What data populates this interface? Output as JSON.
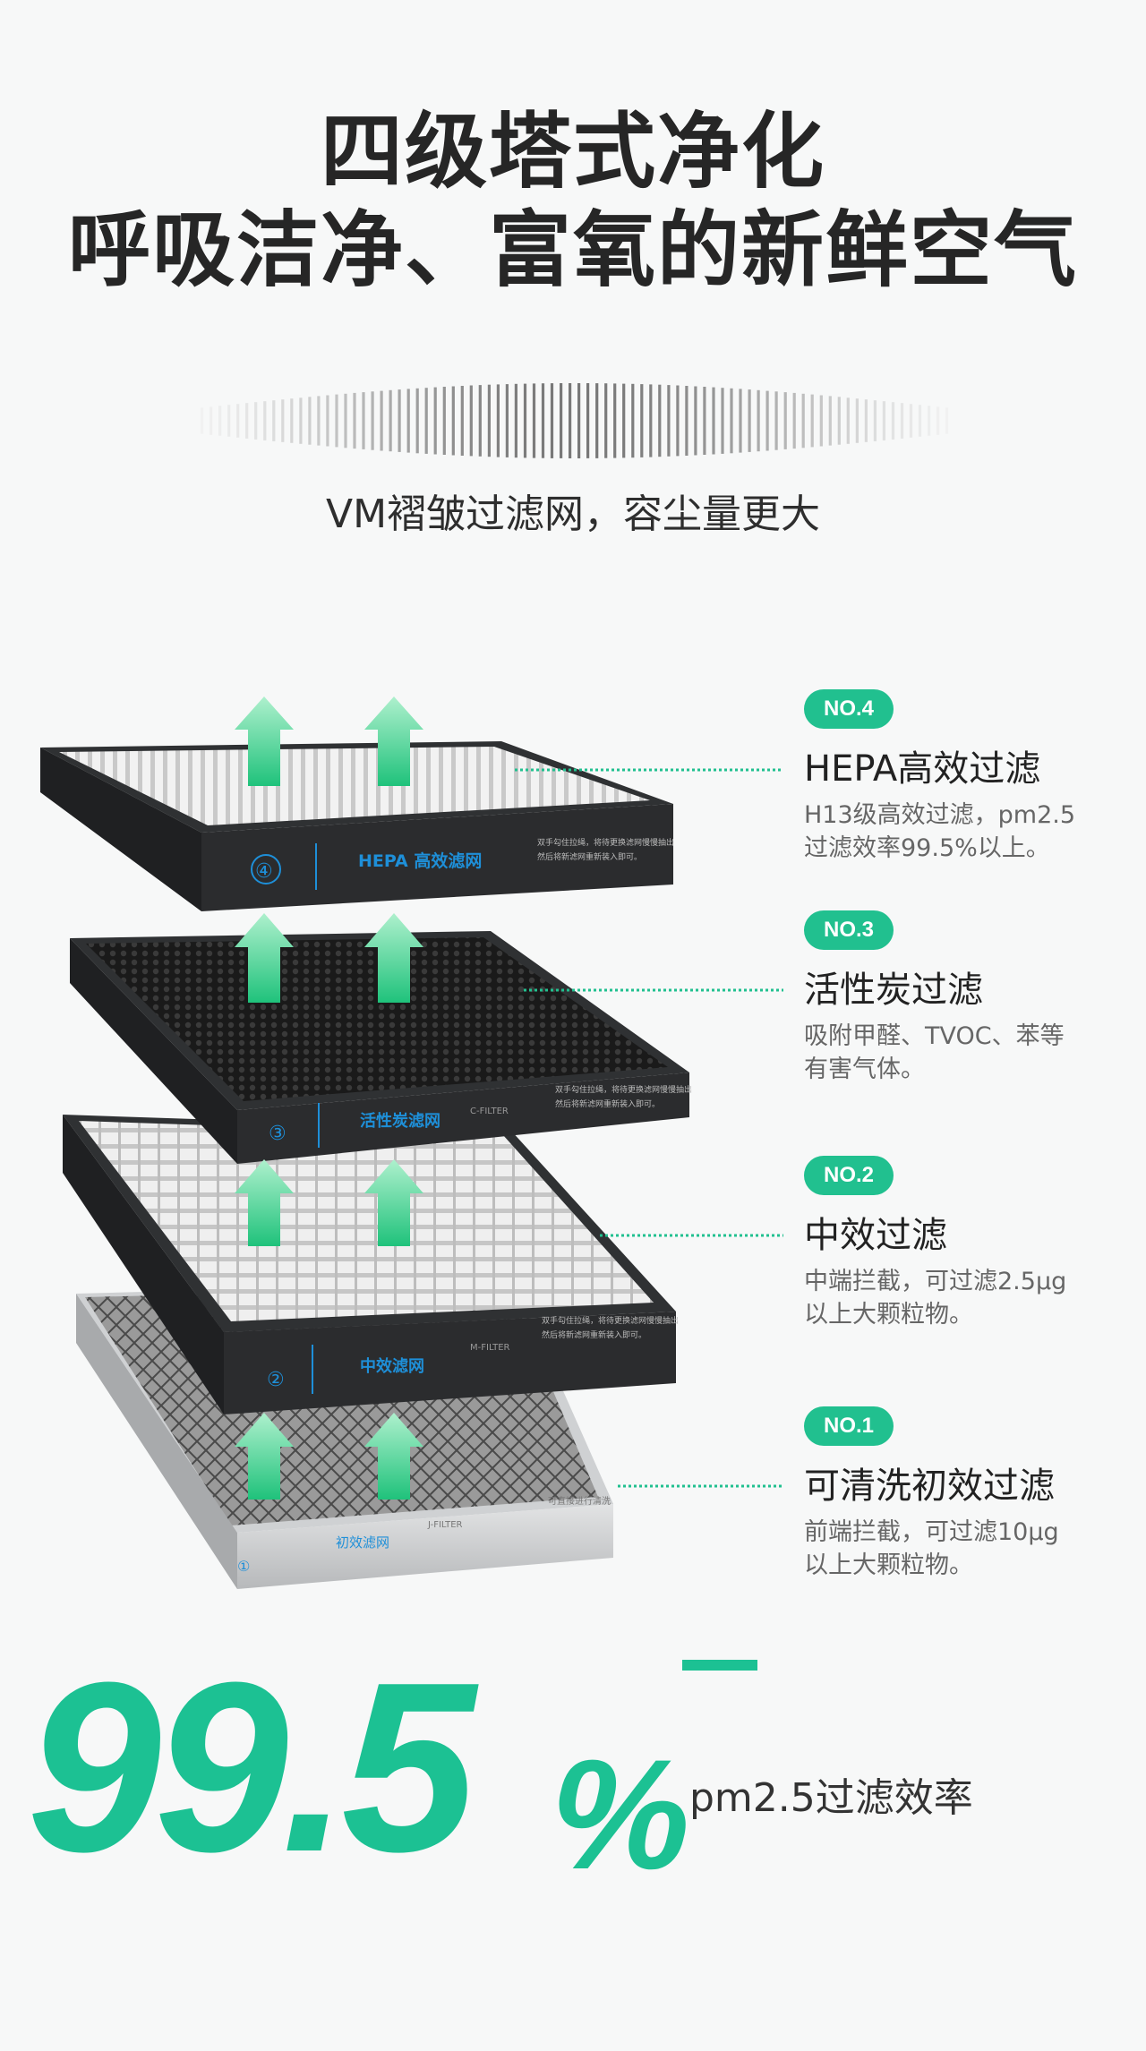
{
  "header": {
    "title_line1": "四级塔式净化",
    "title_line2": "呼吸洁净、富氧的新鲜空气",
    "subtitle": "VM褶皱过滤网，容尘量更大"
  },
  "layers": [
    {
      "badge": "NO.4",
      "title": "HEPA高效过滤",
      "desc_line1": "H13级高效过滤，pm2.5",
      "desc_line2": "过滤效率99.5%以上。",
      "number_mark": "④",
      "frame_name": "HEPA 高效滤网",
      "frame_code": "",
      "frame_note1": "双手勾住拉绳，将待更换滤网慢慢抽出",
      "frame_note2": "然后将新滤网重新装入即可。"
    },
    {
      "badge": "NO.3",
      "title": "活性炭过滤",
      "desc_line1": "吸附甲醛、TVOC、苯等",
      "desc_line2": "有害气体。",
      "number_mark": "③",
      "frame_name": "活性炭滤网",
      "frame_code": "C-FILTER",
      "frame_note1": "双手勾住拉绳，将待更换滤网慢慢抽出",
      "frame_note2": "然后将新滤网重新装入即可。"
    },
    {
      "badge": "NO.2",
      "title": "中效过滤",
      "desc_line1": "中端拦截，可过滤2.5μg",
      "desc_line2": "以上大颗粒物。",
      "number_mark": "②",
      "frame_name": "中效滤网",
      "frame_code": "M-FILTER",
      "frame_note1": "双手勾住拉绳，将待更换滤网慢慢抽出",
      "frame_note2": "然后将新滤网重新装入即可。"
    },
    {
      "badge": "NO.1",
      "title": "可清洗初效过滤",
      "desc_line1": "前端拦截，可过滤10μg",
      "desc_line2": "以上大颗粒物。",
      "number_mark": "①",
      "frame_name": "初效滤网",
      "frame_code": "J-FILTER",
      "frame_note1": "可直接进行清洗",
      "frame_note2": ""
    }
  ],
  "stat": {
    "number": "99.5",
    "percent": "%",
    "caption": "pm2.5过滤效率"
  },
  "colors": {
    "accent": "#1cc193",
    "badge": "#21c08f",
    "frame_dark": "#2f3133",
    "frame_silver": "#c9cbcd",
    "frame_label_blue": "#1e8fd8",
    "arrow_top": "#aef0cd",
    "arrow_bottom": "#1fc27b"
  }
}
